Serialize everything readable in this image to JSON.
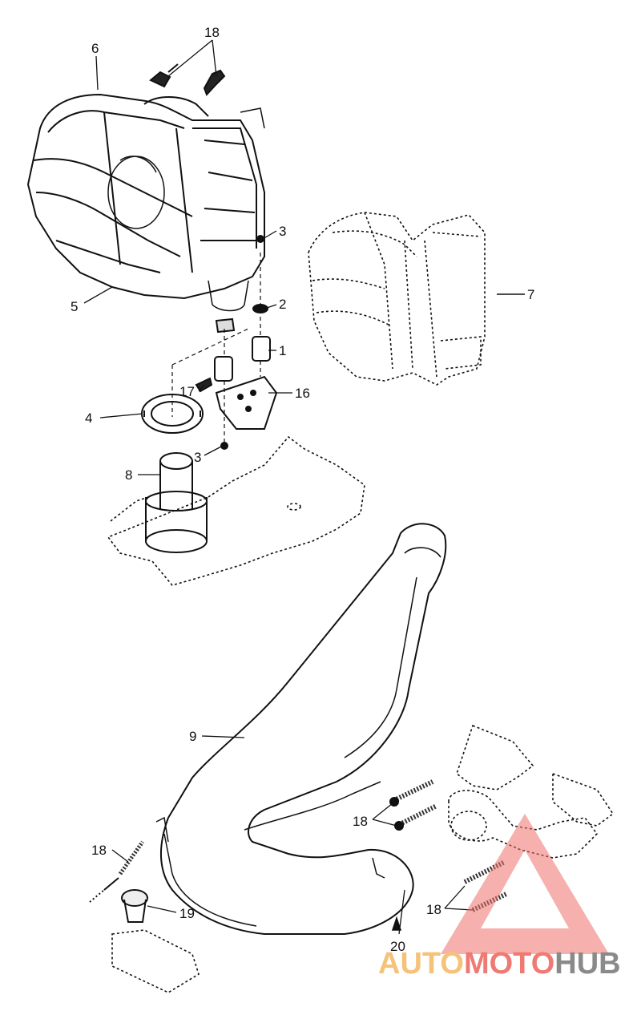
{
  "diagram": {
    "callouts": {
      "c18_top": "18",
      "c6": "6",
      "c3_top": "3",
      "c2": "2",
      "c5": "5",
      "c7": "7",
      "c1": "1",
      "c17": "17",
      "c16": "16",
      "c4": "4",
      "c3_bottom": "3",
      "c8": "8",
      "c9": "9",
      "c18_mid": "18",
      "c18_left": "18",
      "c19": "19",
      "c18_right": "18",
      "c20": "20"
    }
  },
  "watermark": {
    "part1": "AUTO",
    "part2": "MOTO",
    "part3": "HUB",
    "colors": {
      "auto": "#f5c27a",
      "moto": "#ef7a74",
      "hub": "#8a8a8a",
      "triangle": "#ef6f6a"
    }
  }
}
